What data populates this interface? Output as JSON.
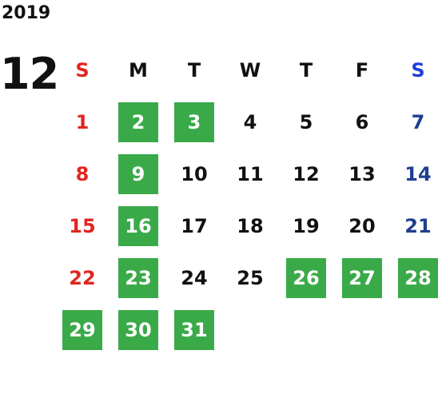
{
  "year": "2019",
  "month": "12",
  "weekdays": [
    "S",
    "M",
    "T",
    "W",
    "T",
    "F",
    "S"
  ],
  "colors": {
    "sunday": "#e0261f",
    "saturday": "#1f3f8f",
    "holiday_bg": "#3aaa49",
    "default": "#111111"
  },
  "weeks": [
    [
      {
        "d": "1",
        "h": false
      },
      {
        "d": "2",
        "h": true
      },
      {
        "d": "3",
        "h": true
      },
      {
        "d": "4",
        "h": false
      },
      {
        "d": "5",
        "h": false
      },
      {
        "d": "6",
        "h": false
      },
      {
        "d": "7",
        "h": false
      }
    ],
    [
      {
        "d": "8",
        "h": false
      },
      {
        "d": "9",
        "h": true
      },
      {
        "d": "10",
        "h": false
      },
      {
        "d": "11",
        "h": false
      },
      {
        "d": "12",
        "h": false
      },
      {
        "d": "13",
        "h": false
      },
      {
        "d": "14",
        "h": false
      }
    ],
    [
      {
        "d": "15",
        "h": false
      },
      {
        "d": "16",
        "h": true
      },
      {
        "d": "17",
        "h": false
      },
      {
        "d": "18",
        "h": false
      },
      {
        "d": "19",
        "h": false
      },
      {
        "d": "20",
        "h": false
      },
      {
        "d": "21",
        "h": false
      }
    ],
    [
      {
        "d": "22",
        "h": false
      },
      {
        "d": "23",
        "h": true
      },
      {
        "d": "24",
        "h": false
      },
      {
        "d": "25",
        "h": false
      },
      {
        "d": "26",
        "h": true
      },
      {
        "d": "27",
        "h": true
      },
      {
        "d": "28",
        "h": true
      }
    ],
    [
      {
        "d": "29",
        "h": true
      },
      {
        "d": "30",
        "h": true
      },
      {
        "d": "31",
        "h": true
      },
      null,
      null,
      null,
      null
    ]
  ]
}
